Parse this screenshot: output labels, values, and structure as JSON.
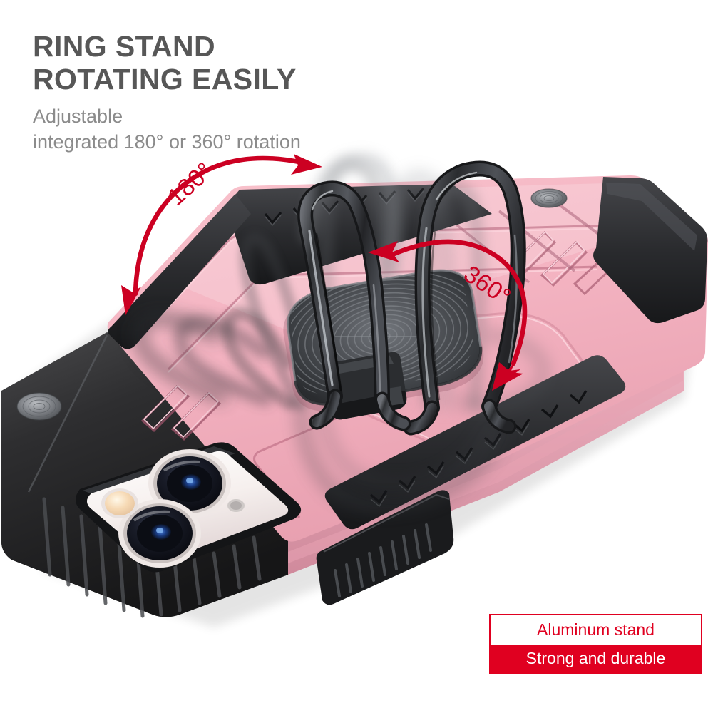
{
  "headline": {
    "title_line_1": "RING STAND",
    "title_line_2": "ROTATING EASILY",
    "subtitle_line_1": "Adjustable",
    "subtitle_line_2": "integrated 180° or 360° rotation",
    "title_color": "#575757",
    "subtitle_color": "#8b8b8b"
  },
  "annotations": {
    "rotation_180_label": "180°",
    "rotation_360_label": "360°",
    "arrow_color": "#cc0022"
  },
  "badge": {
    "line_1": "Aluminum stand",
    "line_2": "Strong and durable",
    "accent_color": "#e00020",
    "text_color_top": "#e00020",
    "text_color_bottom": "#ffffff"
  },
  "product": {
    "name": "Rugged ring-stand phone case",
    "case_color_name": "Rose Pink",
    "case_color_hex": "#f4b4c2",
    "case_color_shadow_hex": "#d98ea0",
    "bumper_color_hex": "#2b2b2b",
    "ring_color_hex": "#3a3c40",
    "ring_disc_color_hex": "#4a4c50",
    "camera_plate_hex": "#f7f2f0",
    "lens_hex": "#12131a",
    "background_hex": "#ffffff"
  }
}
